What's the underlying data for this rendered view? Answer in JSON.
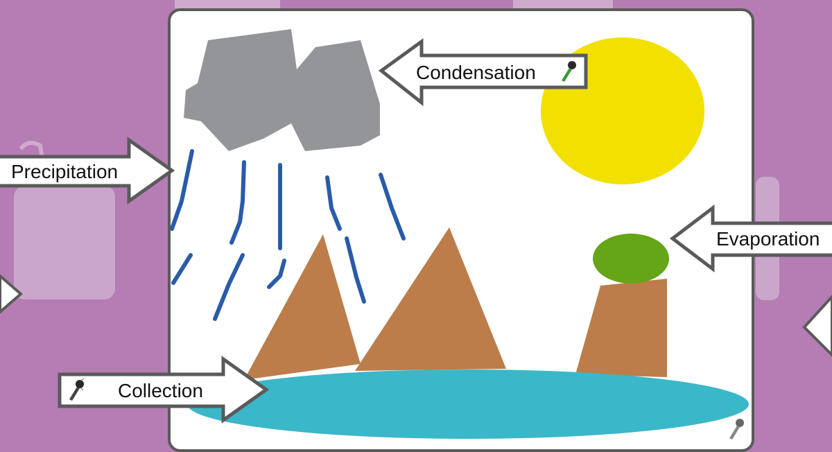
{
  "labels": {
    "condensation": "Condensation",
    "precipitation": "Precipitation",
    "evaporation": "Evaporation",
    "collection": "Collection"
  },
  "colors": {
    "background": "#b57db4",
    "canvas": "#ffffff",
    "frame": "#5a5a5a",
    "cloud": "#939598",
    "rain": "#2a5ba8",
    "sun": "#f2e000",
    "mountain": "#bc7d4a",
    "tree": "#65a518",
    "water": "#3ab7c8",
    "mic_active": "#3a9a3a",
    "mic_inactive": "#444444"
  },
  "icons": {
    "condensation_mic": "microphone-icon",
    "collection_mic": "microphone-icon",
    "corner_mic": "microphone-icon"
  }
}
